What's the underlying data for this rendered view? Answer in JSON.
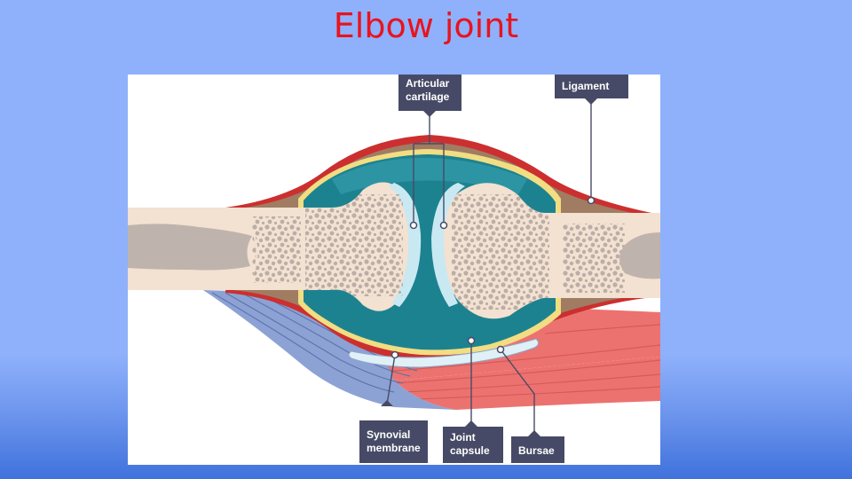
{
  "slide": {
    "title": "Elbow joint"
  },
  "labels": {
    "articular_cartilage": "Articular cartilage",
    "ligament": "Ligament",
    "synovial_membrane": "Synovial membrane",
    "joint_capsule": "Joint capsule",
    "bursae": "Bursae"
  },
  "colors": {
    "title": "#e8141e",
    "background": "#8fb1fb",
    "label_box": "#474a66",
    "bone": "#f3e1d1",
    "marrow": "#bfb3ad",
    "cartilage": "#c9e9f2",
    "synovial_fluid": "#1d8290",
    "capsule_yellow": "#f1dd82",
    "capsule_tan": "#a07c63",
    "ligament_red": "#cc2f2f",
    "muscle": "#ec7270",
    "tendon_blue": "#7a90c6"
  }
}
